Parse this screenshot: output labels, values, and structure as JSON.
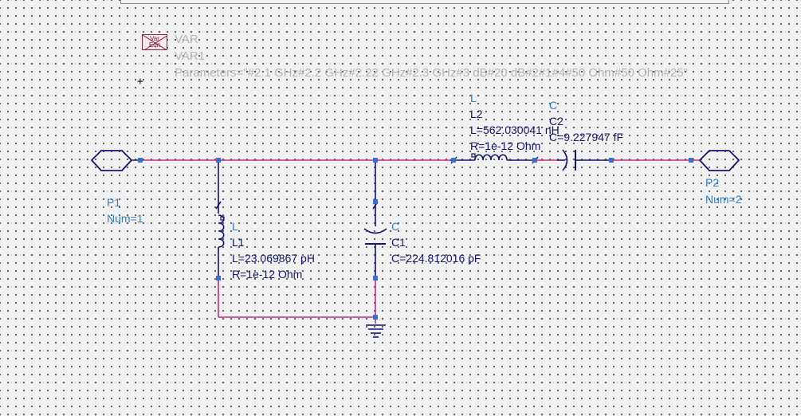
{
  "var_block": {
    "icon_line1": "Var",
    "icon_line2": "Eqn",
    "type_label": "VAR",
    "instance": "VAR1",
    "parameters": "Parameters=\"#2.1 GHz#2.2 GHz#2.22 GHz#2.3 GHz#3 dB#20 dB#2#1#4#50 Ohm#50 Ohm#25\""
  },
  "cursor_glyph": "+",
  "ports": [
    {
      "name": "P1",
      "num": "Num=1"
    },
    {
      "name": "P2",
      "num": "Num=2"
    }
  ],
  "components": {
    "L1": {
      "type": "L",
      "name": "L1",
      "value": "L=23.069867 pH",
      "resistance": "R=1e-12 Ohm"
    },
    "C1": {
      "type": "C",
      "name": "C1",
      "value": "C=224.812016 pF"
    },
    "L2": {
      "type": "L",
      "name": "L2",
      "value": "L=562.030041 nH",
      "resistance": "R=1e-12 Ohm"
    },
    "C2": {
      "type": "C",
      "name": "C2",
      "value": "C=9.227947 fF"
    }
  },
  "colors": {
    "wire": "#c0307f",
    "component": "#141470",
    "label_blue": "#2f80c8",
    "var_label_gray": "#b4b4b4",
    "pin": "#3a6fd0"
  }
}
